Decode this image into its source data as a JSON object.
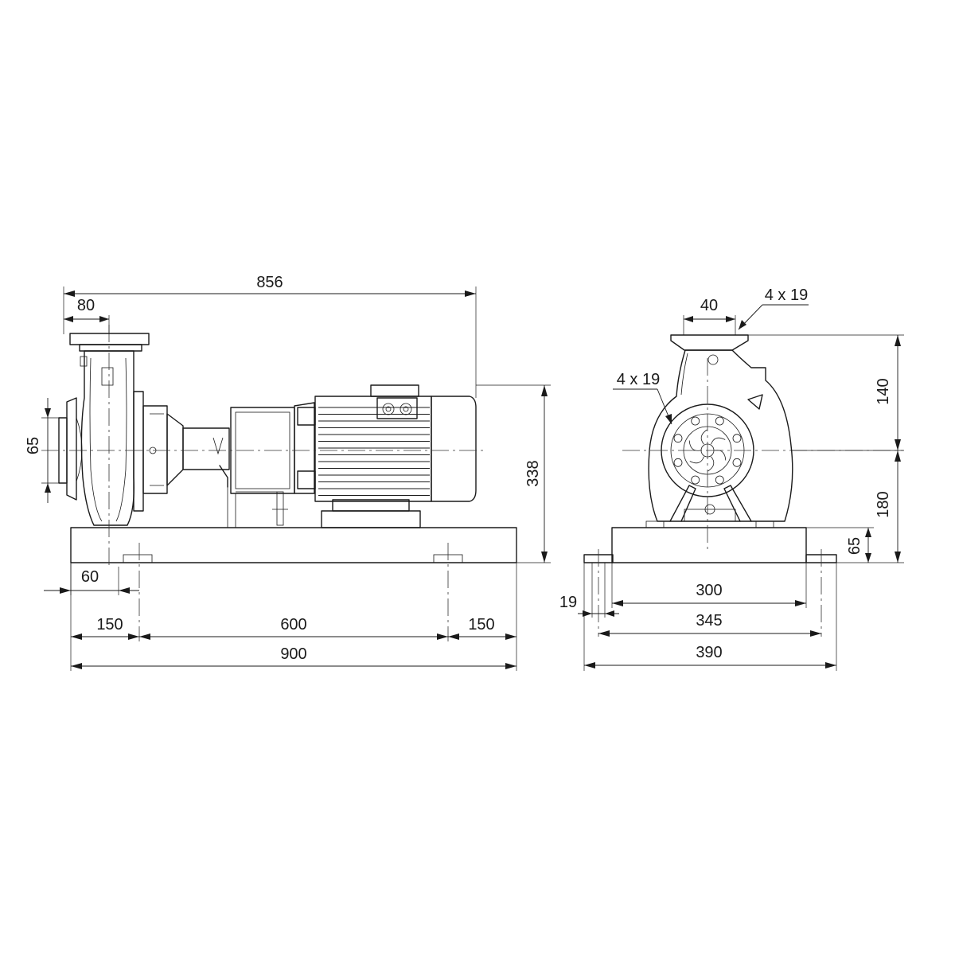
{
  "dimensions": {
    "overall_length": "856",
    "inlet_offset": "80",
    "inlet_diameter": "65",
    "shaft_height": "338",
    "base_edge_left": "60",
    "foot_spacing_left": "150",
    "foot_spacing_center": "600",
    "foot_spacing_right": "150",
    "base_length": "900",
    "outlet_offset": "40",
    "outlet_bolts": "4 x 19",
    "inlet_bolts": "4 x 19",
    "upper_height": "140",
    "lower_height": "180",
    "base_height": "65",
    "hole_diameter": "19",
    "base_inner_width": "300",
    "base_hole_span": "345",
    "base_width": "390"
  },
  "colors": {
    "line": "#1a1a1a",
    "background": "#ffffff"
  }
}
